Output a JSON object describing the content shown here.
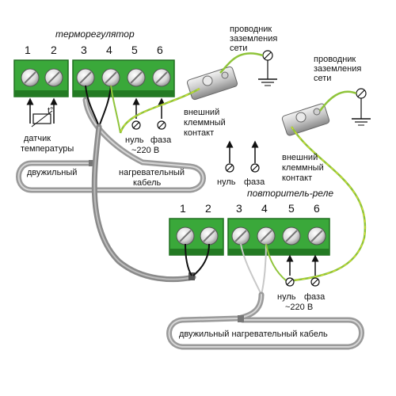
{
  "thermostat": {
    "title": "терморегулятор",
    "terminals": [
      "1",
      "2",
      "3",
      "4",
      "5",
      "6"
    ],
    "sensor_label": [
      "датчик",
      "температуры"
    ],
    "neutral_label": "нуль",
    "phase_label": "фаза",
    "voltage_label": "~220 В",
    "twin_label": "двужильный",
    "heating_cable_label": [
      "нагревательный",
      "кабель"
    ]
  },
  "ground_top": {
    "label": [
      "проводник",
      "заземления",
      "сети"
    ]
  },
  "ground_right": {
    "label": [
      "проводник",
      "заземления",
      "сети"
    ]
  },
  "external_contact_top": {
    "label": [
      "внешний",
      "клеммный",
      "контакт"
    ]
  },
  "external_contact_right": {
    "label": [
      "внешний",
      "клеммный",
      "контакт"
    ]
  },
  "middle_supply": {
    "neutral_label": "нуль",
    "phase_label": "фаза"
  },
  "relay": {
    "title": "повторитель-реле",
    "terminals": [
      "1",
      "2",
      "3",
      "4",
      "5",
      "6"
    ],
    "neutral_label": "нуль",
    "phase_label": "фаза",
    "voltage_label": "~220 В",
    "cable_label": "двужильный нагревательный кабель"
  },
  "colors": {
    "terminal_green": "#3aa83a",
    "terminal_dark": "#1f6e1f",
    "cable_gray": "#8a8a8a",
    "wire_black": "#111111",
    "ground_wire": "#8fc43a"
  }
}
